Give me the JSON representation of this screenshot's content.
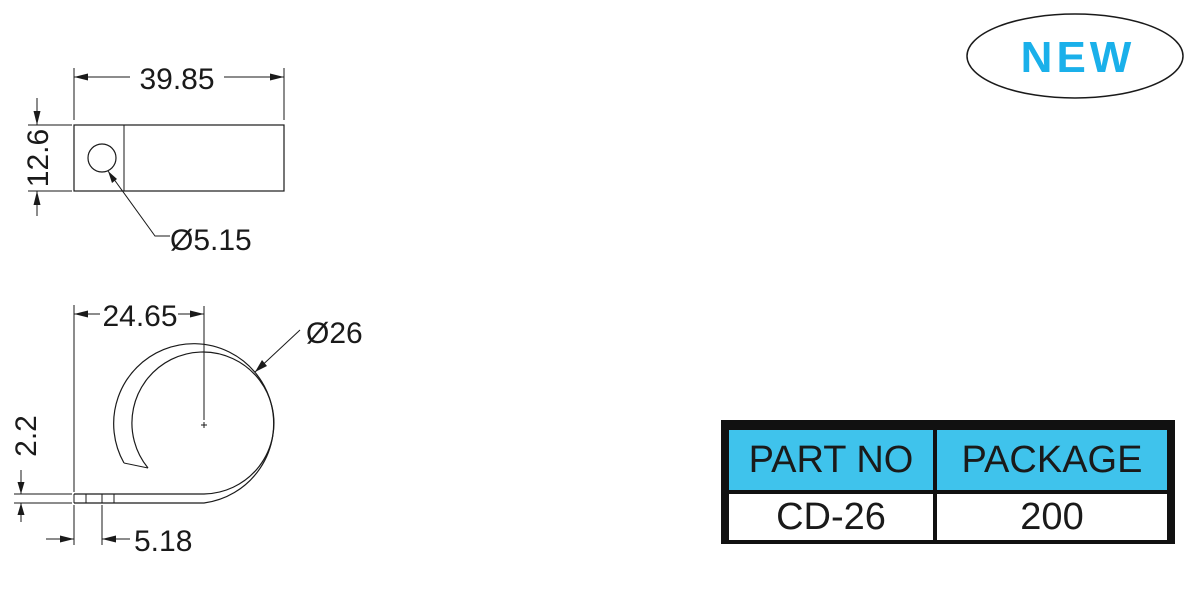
{
  "badge": {
    "text": "NEW",
    "color": "#1ab0ea"
  },
  "top_view": {
    "length": "39.85",
    "width": "12.6",
    "hole_diameter": "Ø5.15"
  },
  "side_view": {
    "offset": "24.65",
    "clamp_diameter": "Ø26",
    "thickness": "2.2",
    "tab_length": "5.18"
  },
  "table": {
    "header_color": "#3fc3ec",
    "headers": [
      "PART NO",
      "PACKAGE"
    ],
    "rows": [
      [
        "CD-26",
        "200"
      ]
    ]
  }
}
